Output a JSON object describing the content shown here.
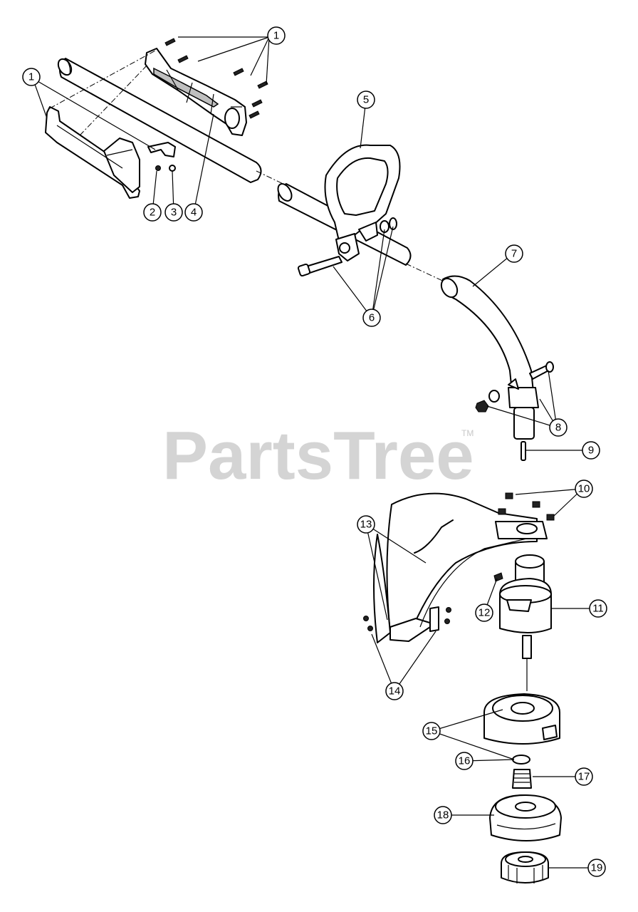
{
  "watermark": {
    "text": "PartsTree",
    "tm": "TM"
  },
  "callouts": [
    "1",
    "1",
    "2",
    "3",
    "4",
    "5",
    "6",
    "7",
    "8",
    "9",
    "10",
    "11",
    "12",
    "13",
    "14",
    "15",
    "16",
    "17",
    "18",
    "19"
  ]
}
